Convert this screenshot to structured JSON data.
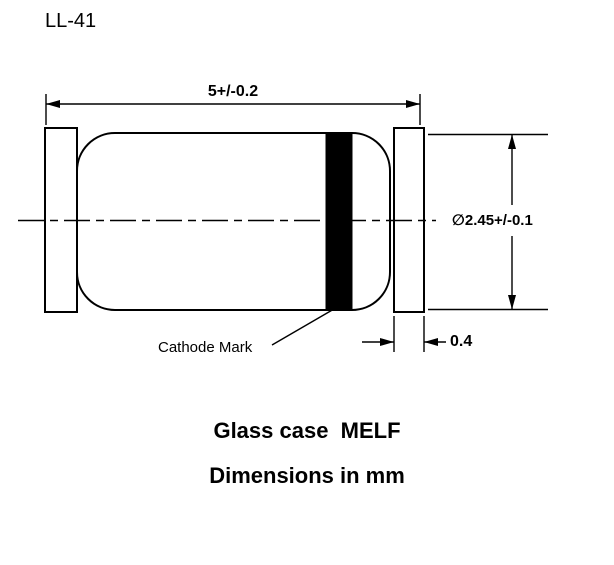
{
  "title": "LL-41",
  "diagram": {
    "dimensions": {
      "length": "5+/-0.2",
      "diameter": "∅2.45+/-0.1",
      "terminal_width": "0.4"
    },
    "labels": {
      "cathode": "Cathode Mark"
    },
    "captions": {
      "case": "Glass case  MELF",
      "units": "Dimensions in mm"
    },
    "colors": {
      "line": "#000000",
      "cathode_band": "#000000",
      "background": "#ffffff"
    }
  }
}
